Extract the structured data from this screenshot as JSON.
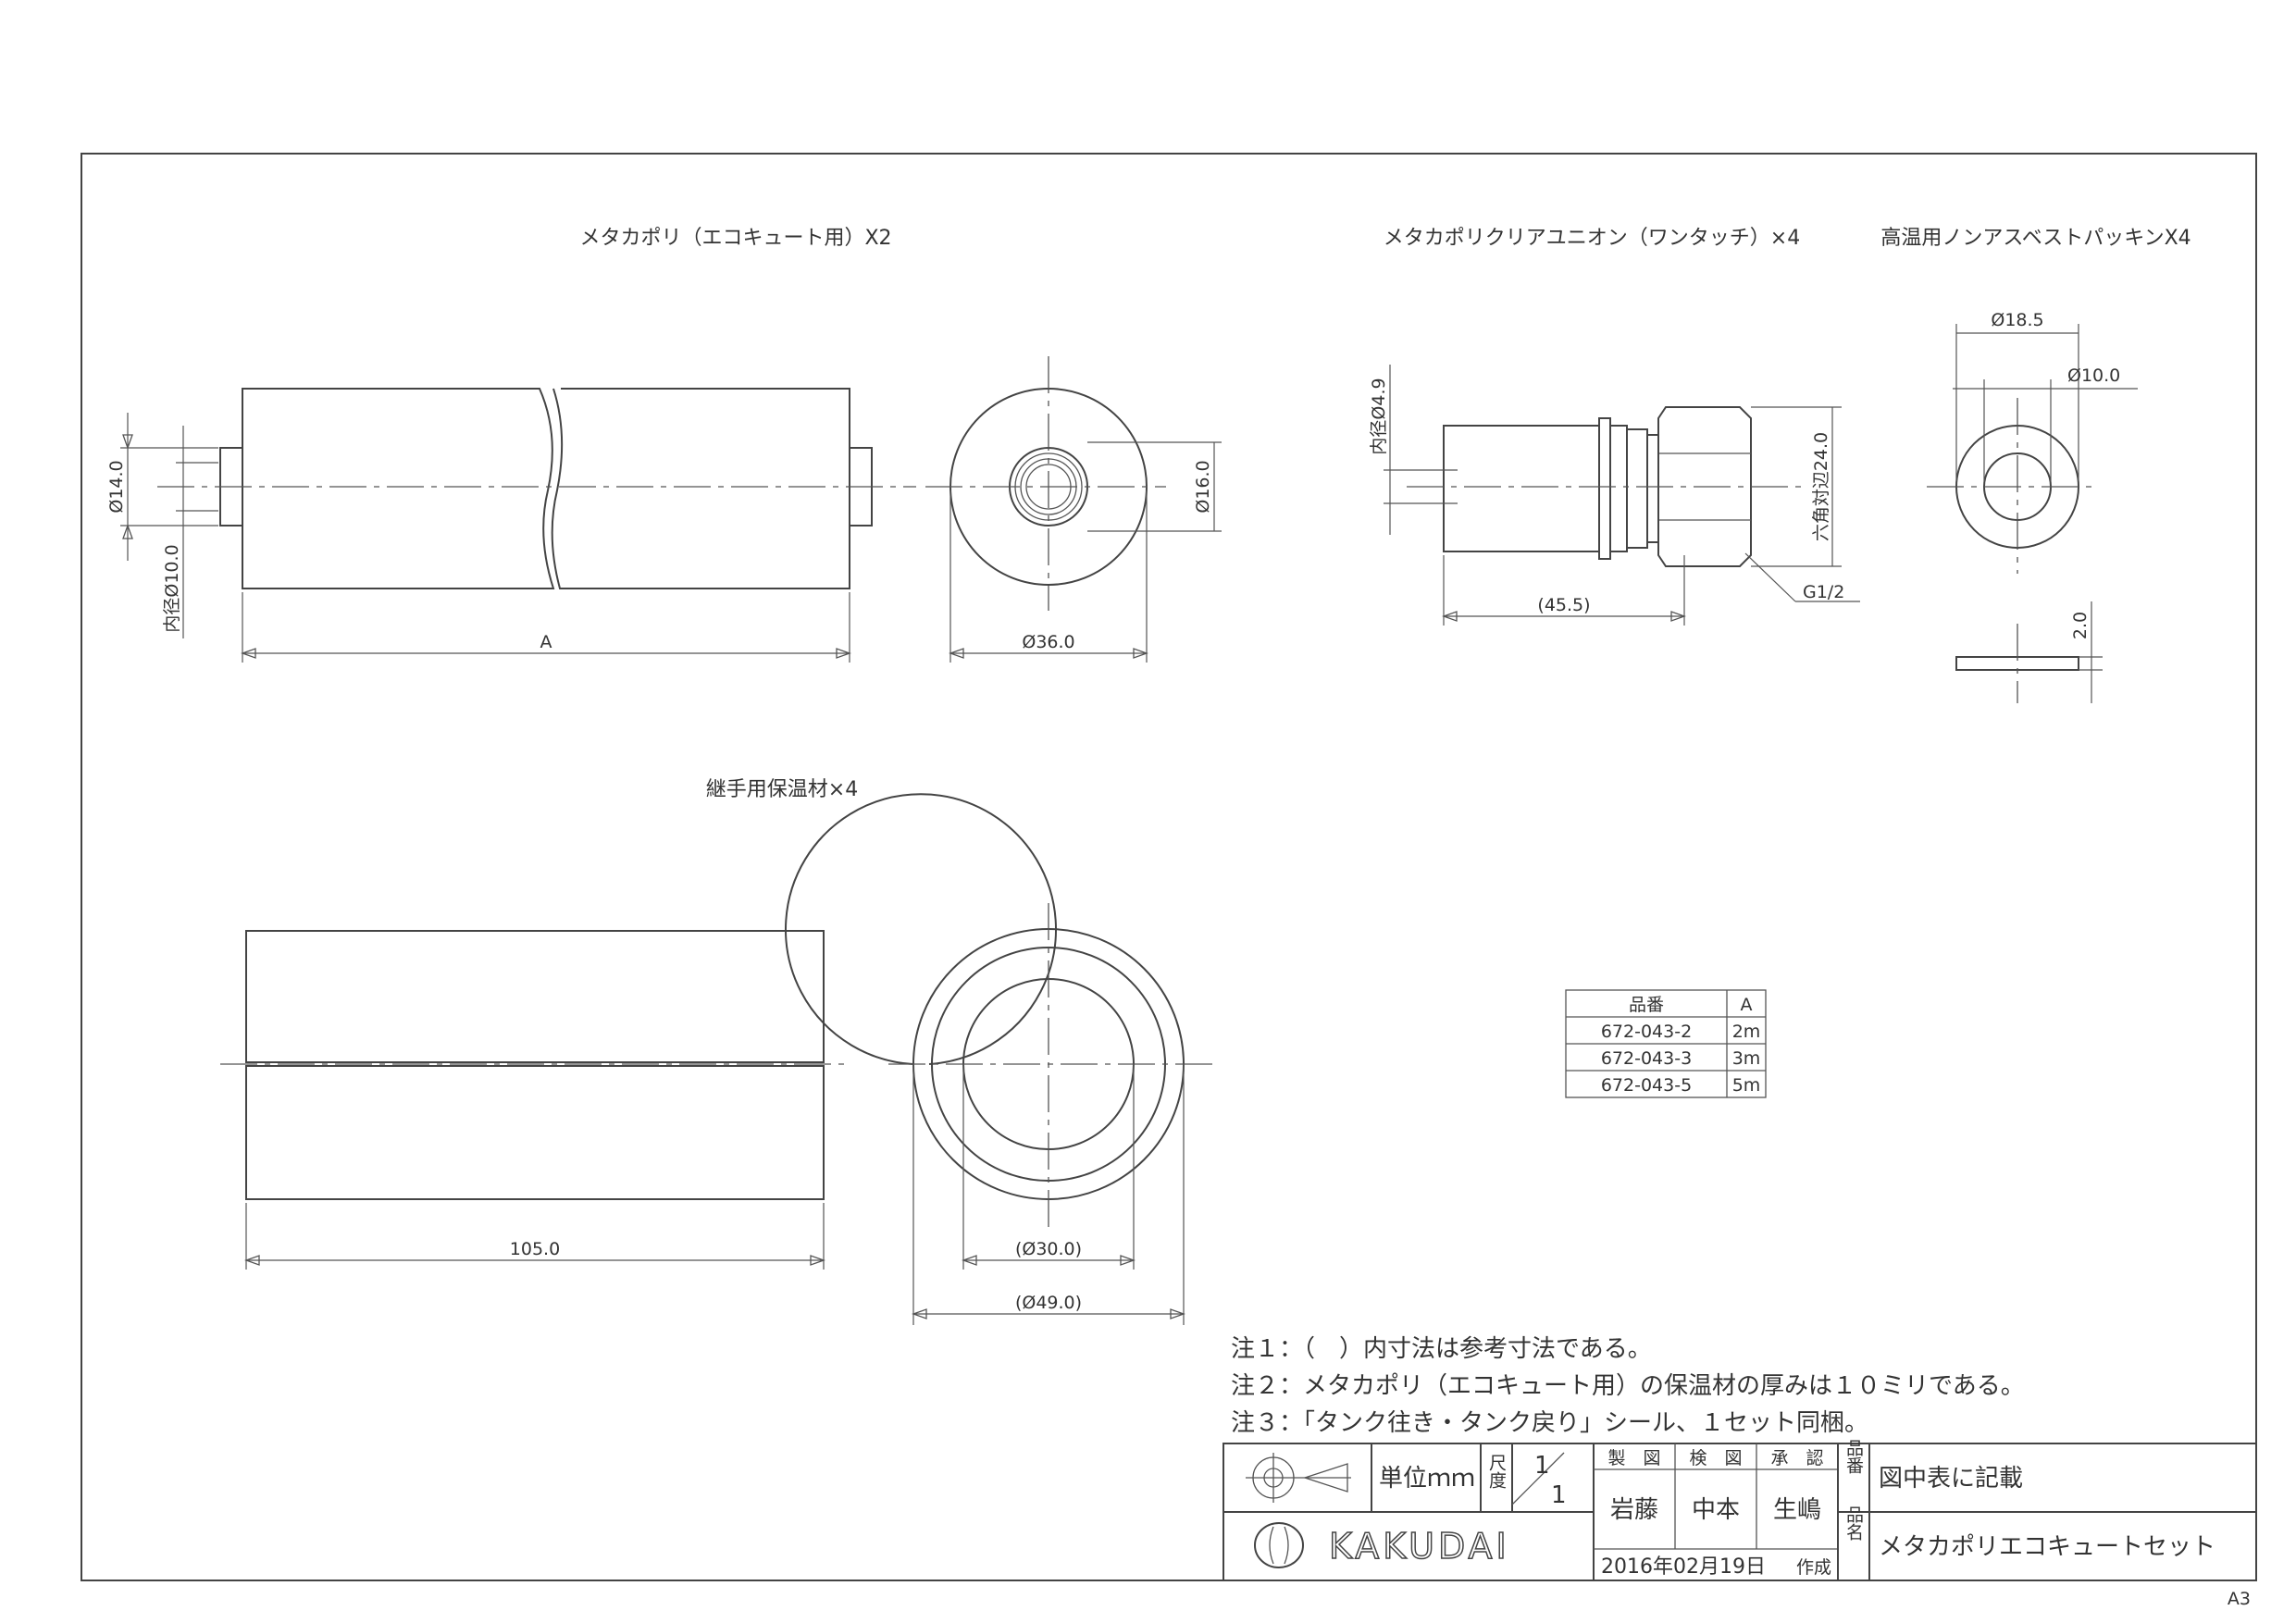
{
  "parts": {
    "pipe": {
      "title": "メタカポリ（エコキュート用）X2",
      "d_outer_end": "Ø14.0",
      "d_inner": "内径Ø10.0",
      "length": "A",
      "d_outer": "Ø36.0",
      "d_flange": "Ø16.0"
    },
    "union": {
      "title": "メタカポリクリアユニオン（ワンタッチ）×4",
      "d_inner": "内径Ø4.9",
      "across_flats": "六角対辺24.0",
      "length": "(45.5)",
      "thread": "G1/2"
    },
    "packing": {
      "title": "高温用ノンアスベストパッキンX4",
      "d_outer": "Ø18.5",
      "d_inner": "Ø10.0",
      "thickness": "2.0"
    },
    "insulation": {
      "title": "継手用保温材×4",
      "length": "105.0",
      "d_inner": "(Ø30.0)",
      "d_outer": "(Ø49.0)"
    }
  },
  "part_table": {
    "headers": [
      "品番",
      "A"
    ],
    "rows": [
      [
        "672-043-2",
        "2m"
      ],
      [
        "672-043-3",
        "3m"
      ],
      [
        "672-043-5",
        "5m"
      ]
    ]
  },
  "notes": [
    "注１：（　）内寸法は参考寸法である。",
    "注２：メタカポリ（エコキュート用）の保温材の厚みは１０ミリである。",
    "注３：「タンク往き・タンク戻り」シール、１セット同梱。"
  ],
  "title_block": {
    "unit": "単位ｍｍ",
    "scale_label": "尺度",
    "scale_num": "1",
    "scale_den": "1",
    "roles": [
      "製　図",
      "検　図",
      "承　認"
    ],
    "names": [
      "岩藤",
      "中本",
      "生嶋"
    ],
    "part_no_label": "品番",
    "part_no_value": "図中表に記載",
    "product_label": "品名",
    "product_value": "メタカポリエコキュートセット",
    "date": "2016年02月19日",
    "created": "作成",
    "company": "KAKUDAI",
    "paper": "A3"
  }
}
